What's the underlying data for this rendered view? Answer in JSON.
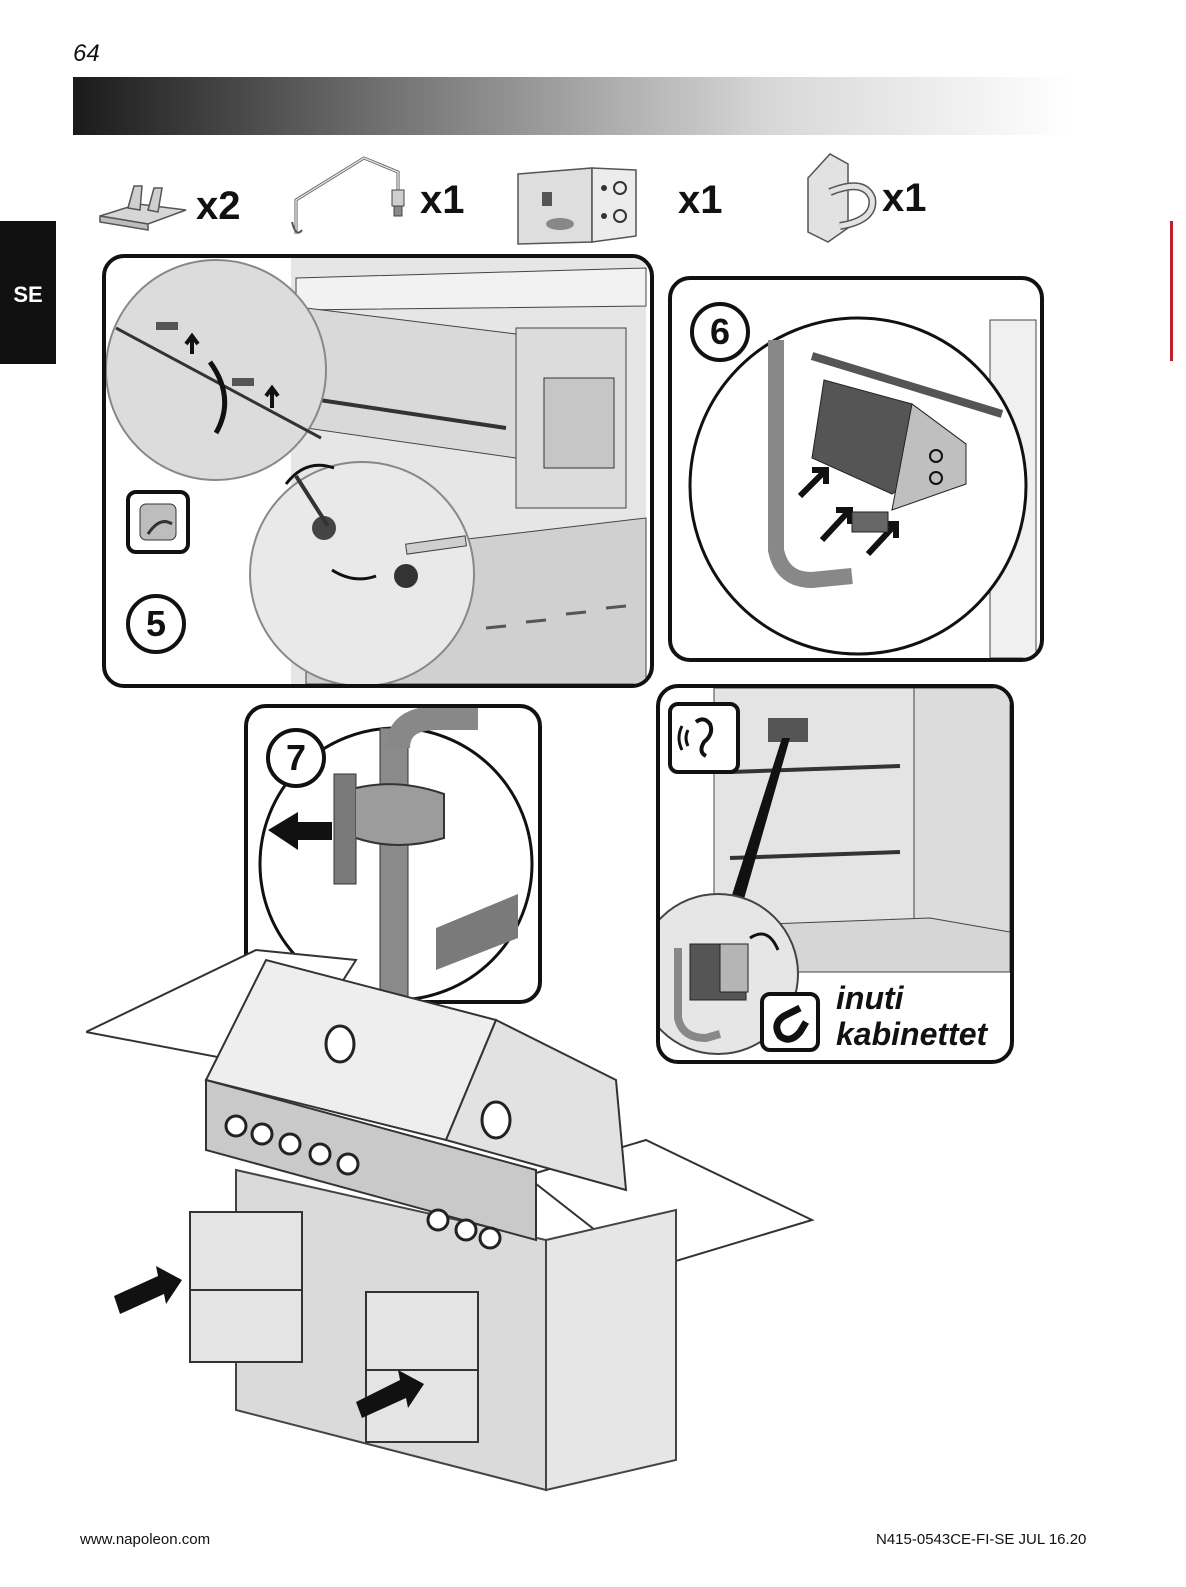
{
  "page": {
    "number": "64",
    "language": "SE"
  },
  "parts": [
    {
      "icon": "clip-icon",
      "quantity": "x2"
    },
    {
      "icon": "cable-icon",
      "quantity": "x1"
    },
    {
      "icon": "control-box-icon",
      "quantity": "x1"
    },
    {
      "icon": "cable-holder-icon",
      "quantity": "x1"
    }
  ],
  "steps": {
    "step5": {
      "number": "5"
    },
    "step6": {
      "number": "6"
    },
    "step7": {
      "number": "7"
    }
  },
  "callout": {
    "line1": "inuti",
    "line2": "kabinettet"
  },
  "footer": {
    "url": "www.napoleon.com",
    "doc_code": "N415-0543CE-FI-SE JUL 16.20"
  }
}
